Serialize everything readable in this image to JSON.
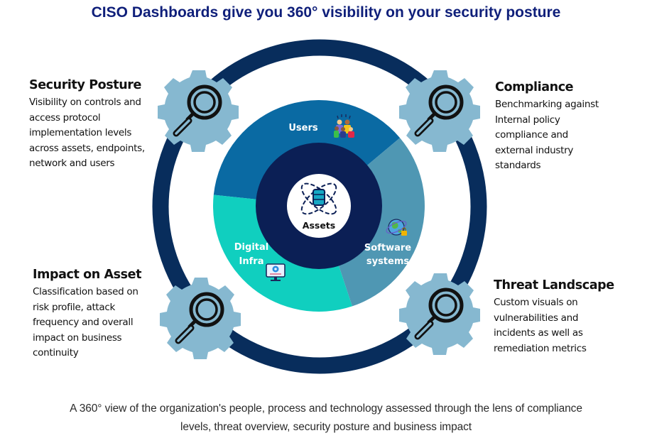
{
  "title": "CISO Dashboards give you 360° visibility on your security posture",
  "colors": {
    "title": "#0f1f7a",
    "outer_ring": "#082d5c",
    "gear": "#86b8d0",
    "users_segment": "#0a6aa3",
    "software_segment": "#4f97b3",
    "digital_infra_segment": "#10cfbf",
    "inner_circle": "#0b1f55",
    "center": "#ffffff"
  },
  "diagram": {
    "center": {
      "label": "Assets",
      "icon": "database-orbit-icon"
    },
    "segments": [
      {
        "label": "Users",
        "icon": "users-group-icon"
      },
      {
        "label_line1": "Software",
        "label_line2": "systems",
        "icon": "globe-lock-icon"
      },
      {
        "label_line1": "Digital",
        "label_line2": "Infra",
        "icon": "monitor-gear-icon"
      }
    ],
    "gear_icon": "magnifier-gear-icon"
  },
  "blocks": {
    "security_posture": {
      "heading": "Security Posture",
      "lines": [
        "Visibility on controls and",
        "access protocol",
        "implementation levels",
        "across assets, endpoints,",
        "network and users"
      ]
    },
    "compliance": {
      "heading": "Compliance",
      "lines": [
        "Benchmarking against",
        "Internal policy",
        "compliance and",
        "external industry",
        "standards"
      ]
    },
    "impact_on_asset": {
      "heading": "Impact on Asset",
      "lines": [
        "Classification based on",
        "risk profile, attack",
        "frequency and overall",
        "impact on business",
        "continuity"
      ]
    },
    "threat_landscape": {
      "heading": "Threat Landscape",
      "lines": [
        "Custom visuals on",
        "vulnerabilities and",
        "incidents as well as",
        "remediation metrics"
      ]
    }
  },
  "caption": {
    "line1": "A 360° view of the organization's people, process and technology assessed through the lens of compliance",
    "line2": "levels, threat overview, security posture and business impact"
  }
}
